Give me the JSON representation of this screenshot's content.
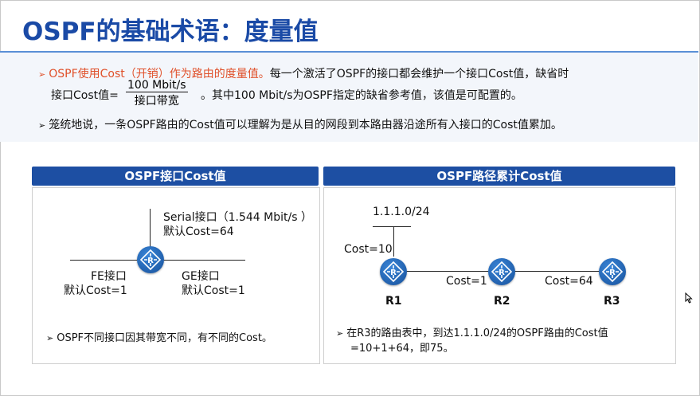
{
  "title": "OSPF的基础术语：度量值",
  "bullet1": {
    "red_text": "OSPF使用Cost（开销）作为路由的度量值。",
    "rest": "每一个激活了OSPF的接口都会维护一个接口Cost值，缺省时",
    "line2_prefix": "接口Cost值=",
    "frac_num": "100 Mbit/s",
    "frac_den": "接口带宽",
    "line2_suffix": "。其中100 Mbit/s为OSPF指定的缺省参考值，该值是可配置的。"
  },
  "bullet2": "笼统地说，一条OSPF路由的Cost值可以理解为是从目的网段到本路由器沿途所有入接口的Cost值累加。",
  "left_panel": {
    "header": "OSPF接口Cost值",
    "serial_label": "Serial接口（1.544 Mbit/s  ）",
    "serial_cost": "默认Cost=64",
    "fe_label": "FE接口",
    "fe_cost": "默认Cost=1",
    "ge_label": "GE接口",
    "ge_cost": "默认Cost=1",
    "note": "OSPF不同接口因其带宽不同，有不同的Cost。"
  },
  "right_panel": {
    "header": "OSPF路径累计Cost值",
    "network": "1.1.1.0/24",
    "cost_r1": "Cost=10",
    "cost_r1r2": "Cost=1",
    "cost_r2r3": "Cost=64",
    "r1": "R1",
    "r2": "R2",
    "r3": "R3",
    "note_line1": "在R3的路由表中，到达1.1.1.0/24的OSPF路由的Cost值",
    "note_line2": "=10+1+64，即75。"
  }
}
